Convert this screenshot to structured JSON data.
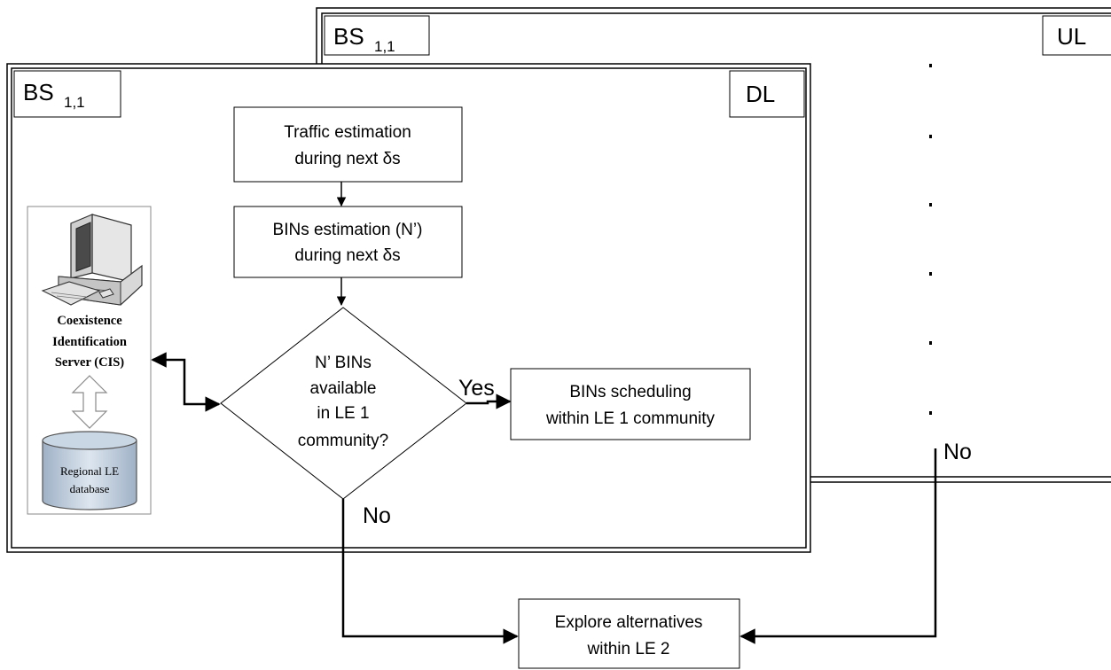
{
  "ul_panel": {
    "bs_label": "BS",
    "bs_subscript": "1,1",
    "direction_label": "UL",
    "no_label": "No"
  },
  "dl_panel": {
    "bs_label": "BS",
    "bs_subscript": "1,1",
    "direction_label": "DL",
    "no_label": "No"
  },
  "steps": {
    "traffic_estimation": [
      "Traffic estimation",
      "during next δs"
    ],
    "bins_estimation": [
      "BINs estimation (N’)",
      "during next δs"
    ],
    "decision": [
      "N’ BINs",
      "available",
      "in LE 1",
      "community?"
    ],
    "decision_yes": "Yes",
    "bins_scheduling": [
      "BINs scheduling",
      "within LE 1 community"
    ],
    "explore_alternatives": [
      "Explore alternatives",
      "within LE 2"
    ]
  },
  "cis": {
    "title_lines": [
      "Coexistence",
      "Identification",
      "Server (CIS)"
    ],
    "database_lines": [
      "Regional LE",
      "database"
    ],
    "icon": "computer-icon",
    "database_icon": "database-cylinder-icon"
  }
}
